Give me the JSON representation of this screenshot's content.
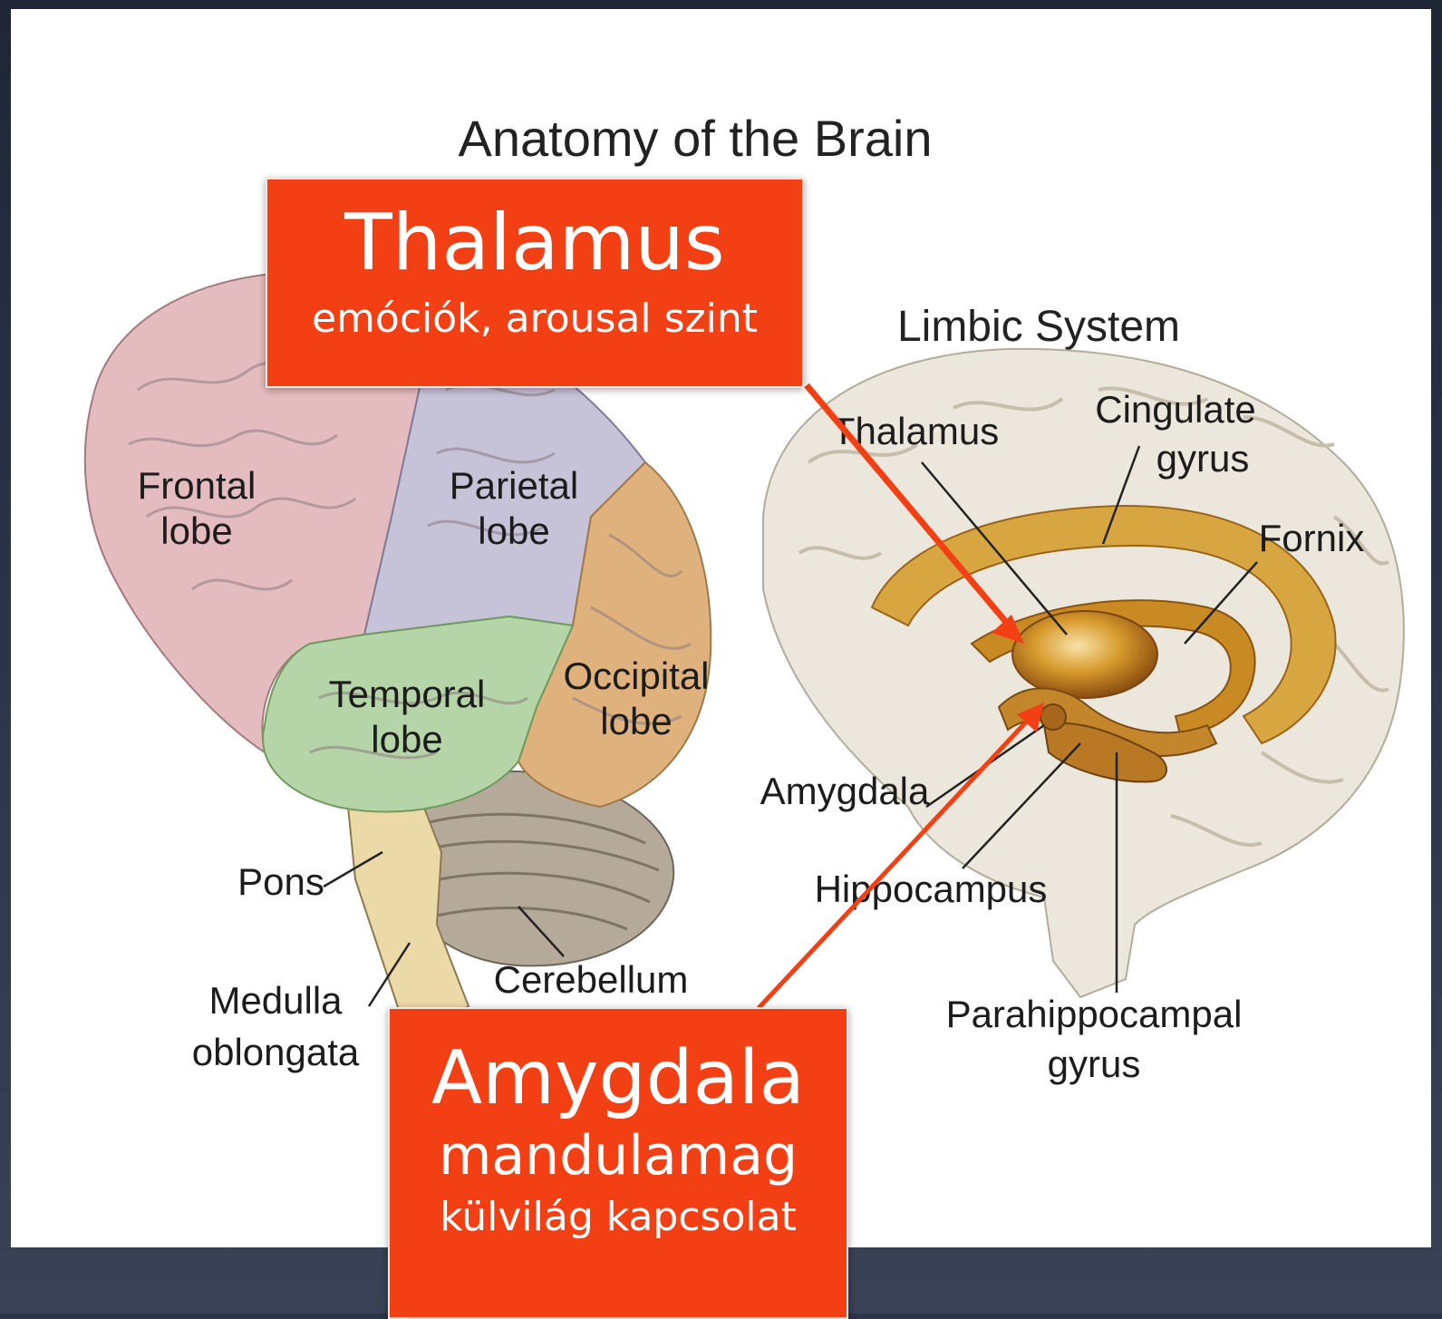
{
  "diagram": {
    "title": "Anatomy of the Brain",
    "limbic_title": "Limbic System",
    "lobes": {
      "frontal": [
        "Frontal",
        "lobe"
      ],
      "parietal": [
        "Parietal",
        "lobe"
      ],
      "temporal": [
        "Temporal",
        "lobe"
      ],
      "occipital": [
        "Occipital",
        "lobe"
      ]
    },
    "brainstem": {
      "pons": "Pons",
      "medulla": [
        "Medulla",
        "oblongata"
      ],
      "cerebellum": "Cerebellum"
    },
    "limbic_labels": {
      "thalamus": "Thalamus",
      "cingulate": [
        "Cingulate",
        "gyrus"
      ],
      "fornix": "Fornix",
      "amygdala": "Amygdala",
      "hippocampus": "Hippocampus",
      "parahippocampal": [
        "Parahippocampal",
        "gyrus"
      ]
    },
    "colors": {
      "frontal": "#e4bcc0",
      "parietal": "#c6c2d8",
      "temporal": "#b5d4a7",
      "occipital": "#dfb27d",
      "cerebellum": "#b5aa9a",
      "brainstem": "#ebd9a8",
      "limbic_brain": "#ece7dc",
      "limbic_structures": "#d49a2c",
      "arrow": "#f23f14"
    }
  },
  "callouts": {
    "thalamus": {
      "title": "Thalamus",
      "subtitle": "emóciók, arousal szint"
    },
    "amygdala": {
      "title": "Amygdala",
      "subtitle": "mandulamag",
      "note": "külvilág kapcsolat"
    }
  }
}
